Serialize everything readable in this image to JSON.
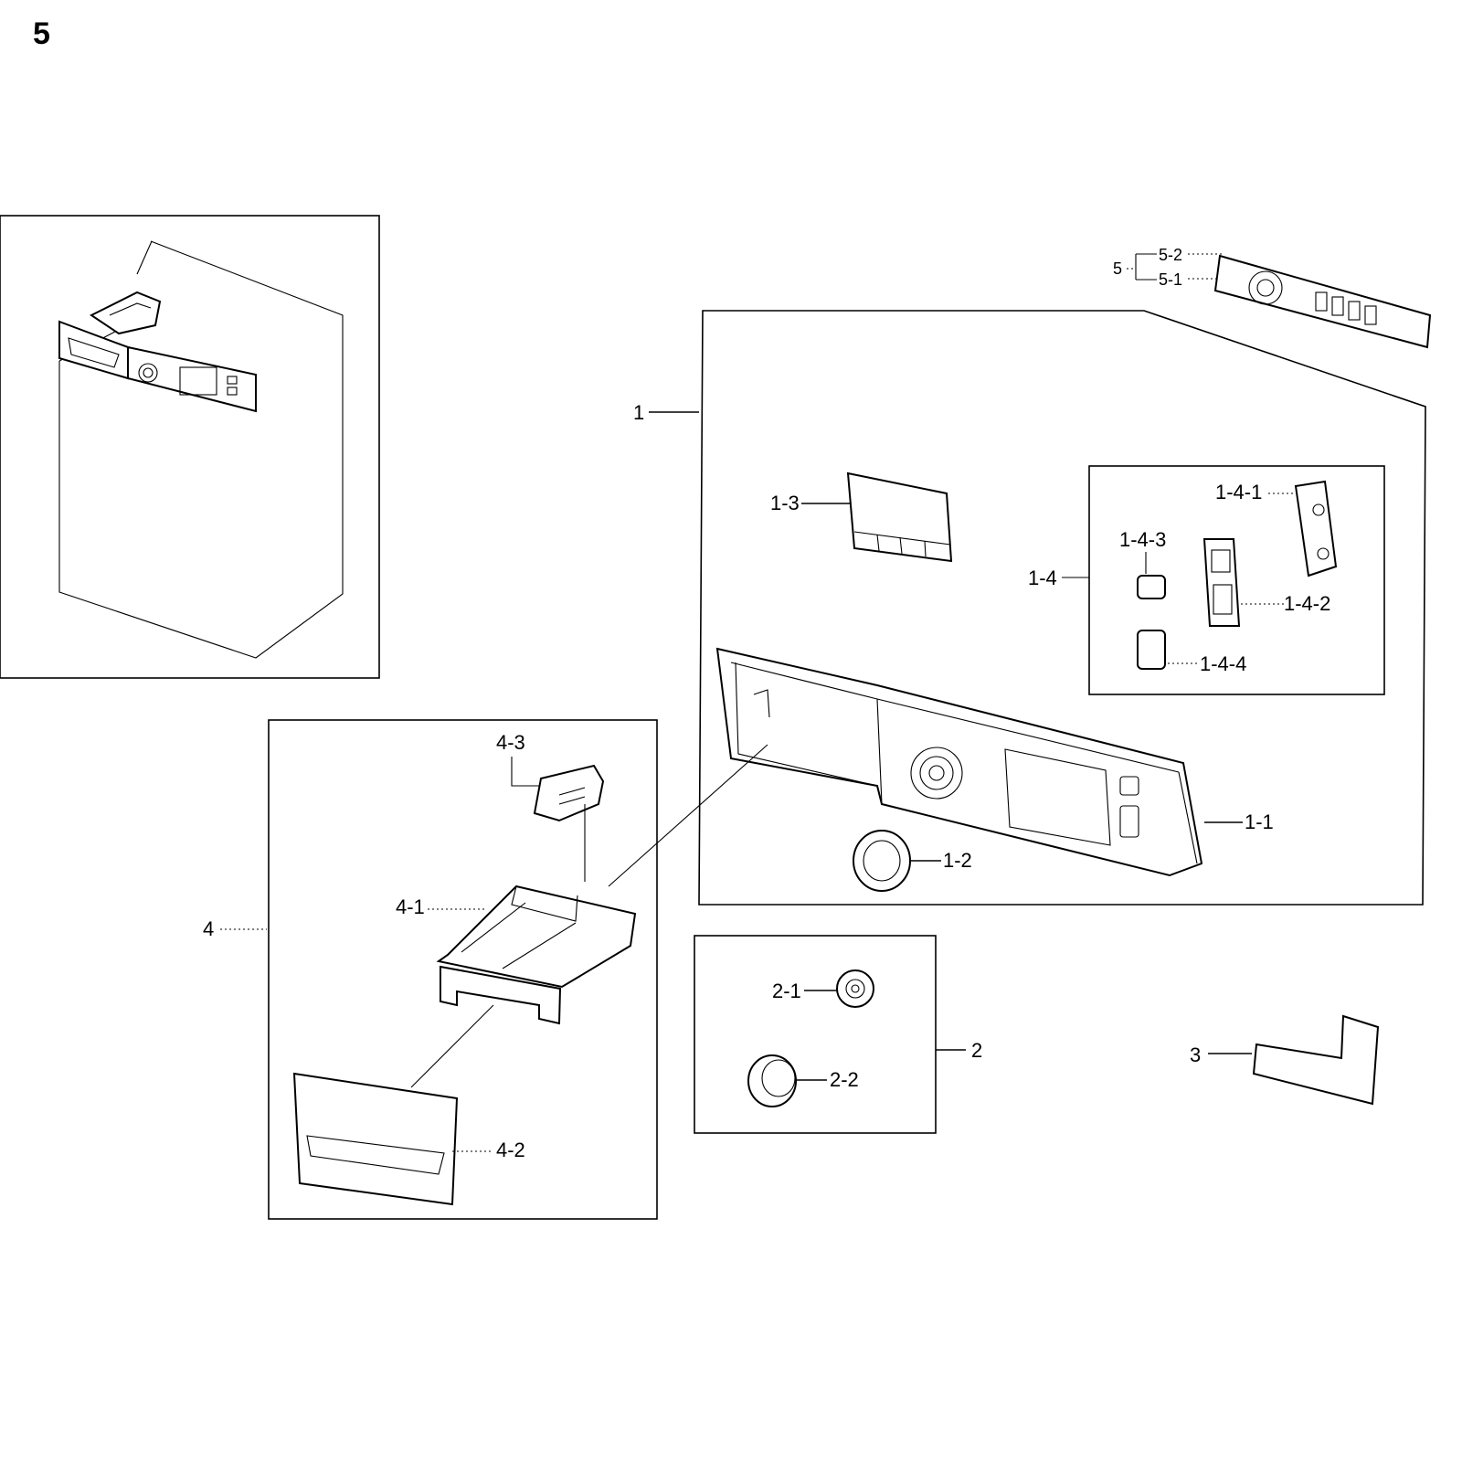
{
  "page_number": "5",
  "labels": {
    "p1": "1",
    "p1_1": "1-1",
    "p1_2": "1-2",
    "p1_3": "1-3",
    "p1_4": "1-4",
    "p1_4_1": "1-4-1",
    "p1_4_2": "1-4-2",
    "p1_4_3": "1-4-3",
    "p1_4_4": "1-4-4",
    "p2": "2",
    "p2_1": "2-1",
    "p2_2": "2-2",
    "p3": "3",
    "p4": "4",
    "p4_1": "4-1",
    "p4_2": "4-2",
    "p4_3": "4-3",
    "p5": "5",
    "p5_1": "5-1",
    "p5_2": "5-2"
  }
}
